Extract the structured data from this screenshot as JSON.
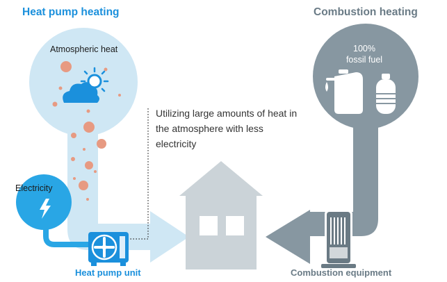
{
  "heat_pump": {
    "title": "Heat pump heating",
    "atmospheric_label": "Atmospheric heat",
    "electricity_label": "Electricity",
    "unit_label": "Heat pump unit",
    "annotation": "Utilizing large amounts of heat in the atmosphere with less electricity"
  },
  "combustion": {
    "title": "Combustion heating",
    "fuel_label": "100% fossil fuel",
    "equipment_label": "Combustion equipment"
  },
  "colors": {
    "hp_blue": "#1b90dc",
    "pale_blue": "#cfe7f4",
    "electric_blue": "#29a6e5",
    "gray": "#8797a1",
    "house": "#cbd3d8",
    "heat_dot": "#e79a82",
    "title_gray": "#6a7b86"
  },
  "icons": [
    "weather-icon",
    "lightning-icon",
    "fan-icon",
    "fuel-can-icon",
    "gas-cylinder-icon",
    "heater-icon",
    "house-icon"
  ]
}
